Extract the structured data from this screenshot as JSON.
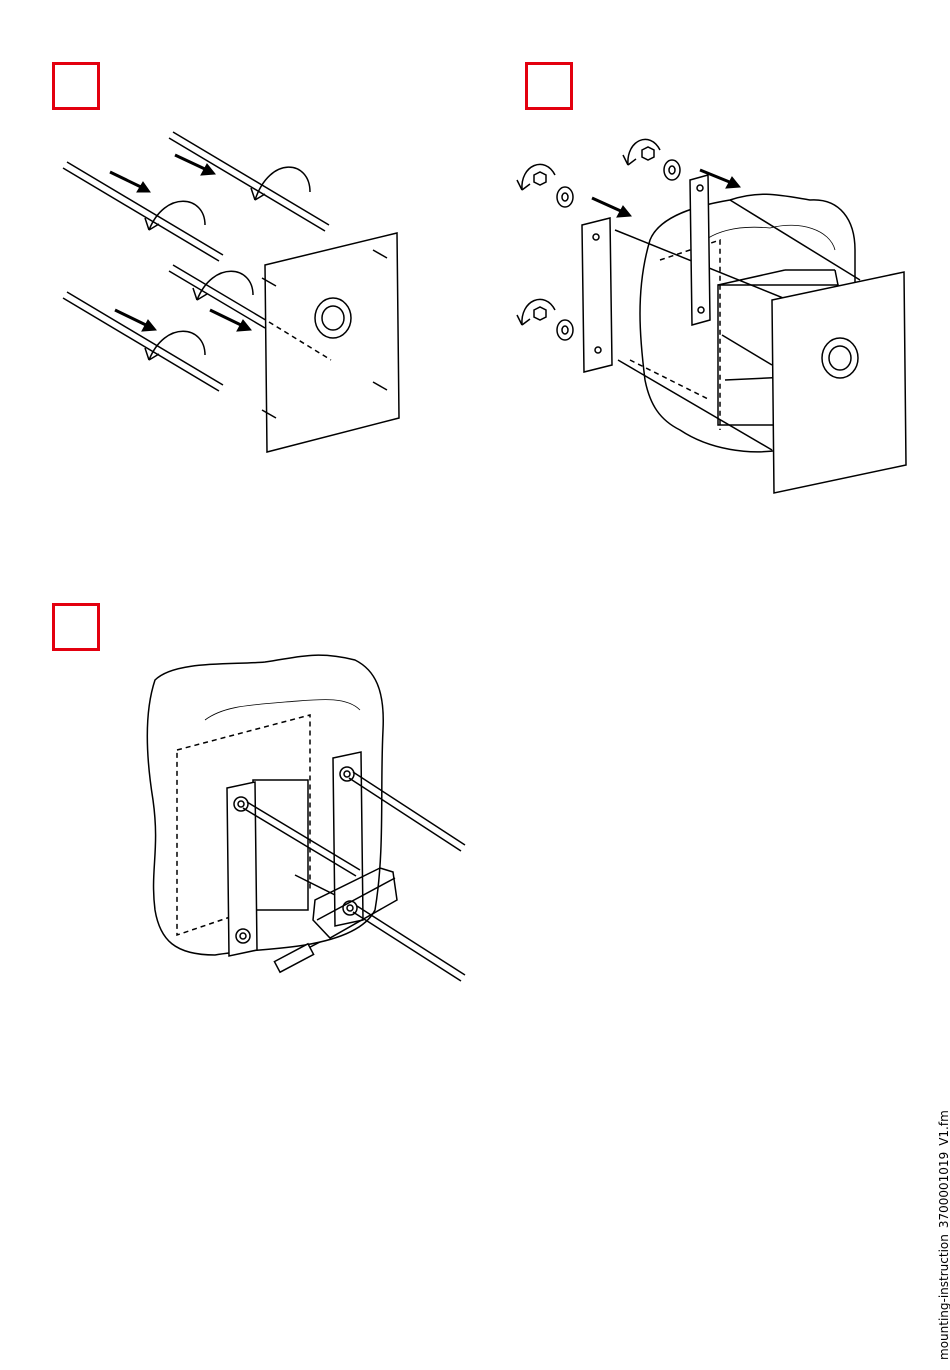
{
  "document": {
    "steps": [
      {
        "id": "step-1",
        "marker": ""
      },
      {
        "id": "step-2",
        "marker": ""
      },
      {
        "id": "step-3",
        "marker": ""
      }
    ],
    "footer_filename": "mounting-instruction_3700001019_V1.fm"
  },
  "colors": {
    "marker_border": "#e3000f",
    "line": "#000000",
    "background": "#ffffff"
  }
}
